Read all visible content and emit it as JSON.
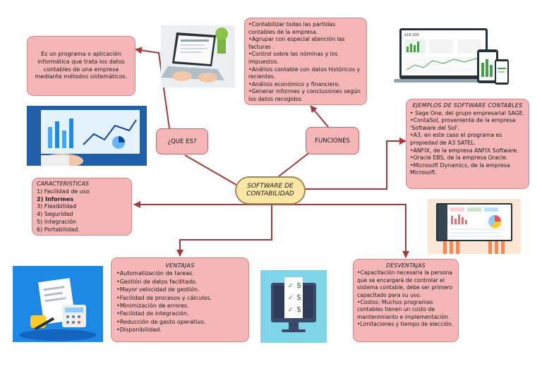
{
  "center": {
    "line1": "SOFTWARE DE",
    "line2": "CONTABILIDAD"
  },
  "que_es": {
    "label": "¿QUE ES?"
  },
  "funciones": {
    "label": "FUNCIONES"
  },
  "definition": {
    "text": "Es un programa o aplicación informática que trata los datos contables de una empresa mediante métodos sistemáticos."
  },
  "funciones_box": {
    "items": [
      "•Contabilizar todas las partidas contables de la empresa.",
      "•Agrupar con especial atención las facturas .",
      "•Control sobre las nóminas y los impuestos.",
      "•Análisis contable con datos históricos y recientes.",
      "•Análisis económico y financiero.",
      "•Generar informes y conclusiones según los datos recogidos"
    ]
  },
  "ejemplos": {
    "title": "EJEMPLOS DE SOFTWARE CONTABLES",
    "items": [
      "• Sage One, del grupo empresarial SAGE.",
      "•ContaSol, proveniente de la empresa 'Software del Sol'.",
      "•A3, en este caso el programa es propiedad de A3 SATEL.",
      "•ANFIX, de la empresa ANFIX Software.",
      "•Oracle EBS, de la empresa Oracle.",
      "•Microsoft Dynamics, de la empresa Microsoft."
    ]
  },
  "caracteristicas": {
    "title": "CARACTERISTICAS",
    "items": [
      "1) Facilidad de uso",
      "2) Informes",
      "3) Flexibilidad",
      "4) Seguridad",
      "5) Integración",
      "6) Portabilidad."
    ]
  },
  "ventajas": {
    "title": "VENTAJAS",
    "items": [
      "•Automatización de tareas.",
      "•Gestión de datos facilitado.",
      "•Mayor velocidad de gestión.",
      "•Facilidad de procesos y cálculos.",
      "•Minimización de errores.",
      "•Facilidad de integración.",
      "•Reducción de gasto operativo.",
      "•Disponibilidad."
    ]
  },
  "desventajas": {
    "title": "DESVENTAJAS",
    "items": [
      "•Capacitación necesaria la persona que se encargará de controlar el sistema contable, debe ser primero capacitado para su uso.",
      "•Costos: Muchos programas contables tienen un costo de mantenimiento e implementación",
      "•Limitaciones y tiempo de elección."
    ]
  },
  "screen_values": {
    "dashboard_amount": "$18,200"
  },
  "colors": {
    "box_fill": "#f4b6b6",
    "center_fill": "#fde7a6",
    "line": "#a33a3a"
  },
  "icons": [
    "laptop-hands-image",
    "dashboard-devices-image",
    "chart-screen-image",
    "calculator-papers-image",
    "checklist-monitor-image",
    "web-dashboard-image"
  ]
}
